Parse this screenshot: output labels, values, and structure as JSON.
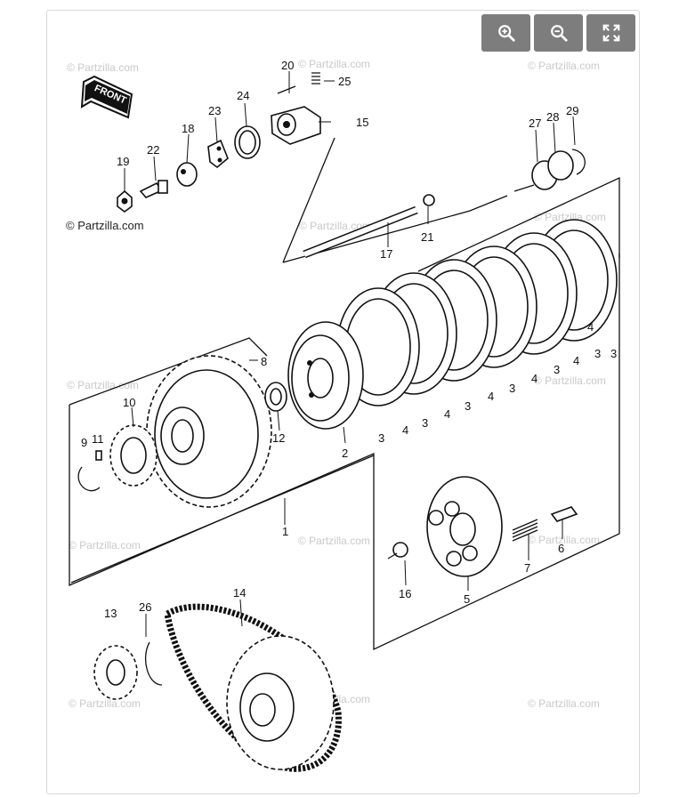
{
  "toolbar": {
    "zoom_in": "zoom-in-icon",
    "zoom_out": "zoom-out-icon",
    "fullscreen": "fullscreen-icon"
  },
  "front_label": "FRONT",
  "watermark": "© Partzilla.com",
  "callouts": [
    "1",
    "2",
    "3",
    "3",
    "3",
    "3",
    "3",
    "3",
    "3",
    "4",
    "4",
    "4",
    "4",
    "4",
    "4",
    "5",
    "6",
    "7",
    "8",
    "9",
    "10",
    "11",
    "12",
    "13",
    "14",
    "15",
    "16",
    "17",
    "19",
    "18",
    "20",
    "21",
    "22",
    "23",
    "24",
    "25",
    "26",
    "27",
    "28",
    "29"
  ],
  "colors": {
    "toolbar_bg": "#7d7d7d",
    "ink": "#111111",
    "watermark": "#c9c9c9"
  }
}
